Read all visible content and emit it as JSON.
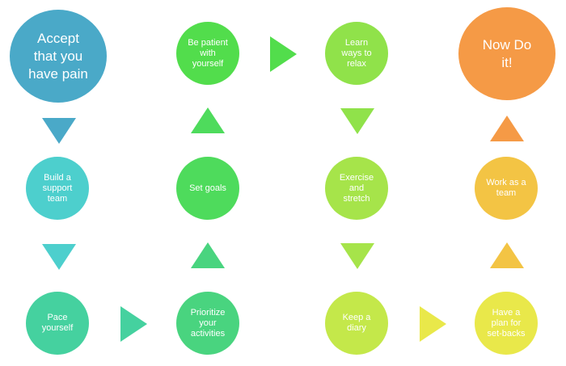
{
  "nodes": {
    "accept": {
      "label": "Accept\nthat you\nhave pain",
      "color": "#4aa9c8"
    },
    "build_team": {
      "label": "Build a\nsupport\nteam",
      "color": "#4dcfcd"
    },
    "pace": {
      "label": "Pace\nyourself",
      "color": "#45d19f"
    },
    "prioritize": {
      "label": "Prioritize\nyour\nactivities",
      "color": "#49d47f"
    },
    "set_goals": {
      "label": "Set goals",
      "color": "#4edb5c"
    },
    "patient": {
      "label": "Be patient\nwith\nyourself",
      "color": "#52dd4c"
    },
    "relax": {
      "label": "Learn\nways to\nrelax",
      "color": "#90e24a"
    },
    "exercise": {
      "label": "Exercise\nand\nstretch",
      "color": "#a6e44a"
    },
    "diary": {
      "label": "Keep a\ndiary",
      "color": "#c4e84a"
    },
    "plan": {
      "label": "Have a\nplan for\nset-backs",
      "color": "#e9e84a"
    },
    "work_team": {
      "label": "Work as a\nteam",
      "color": "#f3c444"
    },
    "now": {
      "label": "Now Do\nit!",
      "color": "#f59a46"
    }
  },
  "arrows": {
    "a1": {
      "direction": "down",
      "color": "#4aa9c8"
    },
    "a2": {
      "direction": "down",
      "color": "#4dcfcd"
    },
    "a3": {
      "direction": "right",
      "color": "#45d19f"
    },
    "a4": {
      "direction": "up",
      "color": "#49d47f"
    },
    "a5": {
      "direction": "up",
      "color": "#4edb5c"
    },
    "a6": {
      "direction": "right",
      "color": "#52dd4c"
    },
    "a7": {
      "direction": "down",
      "color": "#90e24a"
    },
    "a8": {
      "direction": "down",
      "color": "#a6e44a"
    },
    "a9": {
      "direction": "right",
      "color": "#e9e84a"
    },
    "a10": {
      "direction": "up",
      "color": "#f3c444"
    },
    "a11": {
      "direction": "up",
      "color": "#f59a46"
    }
  }
}
